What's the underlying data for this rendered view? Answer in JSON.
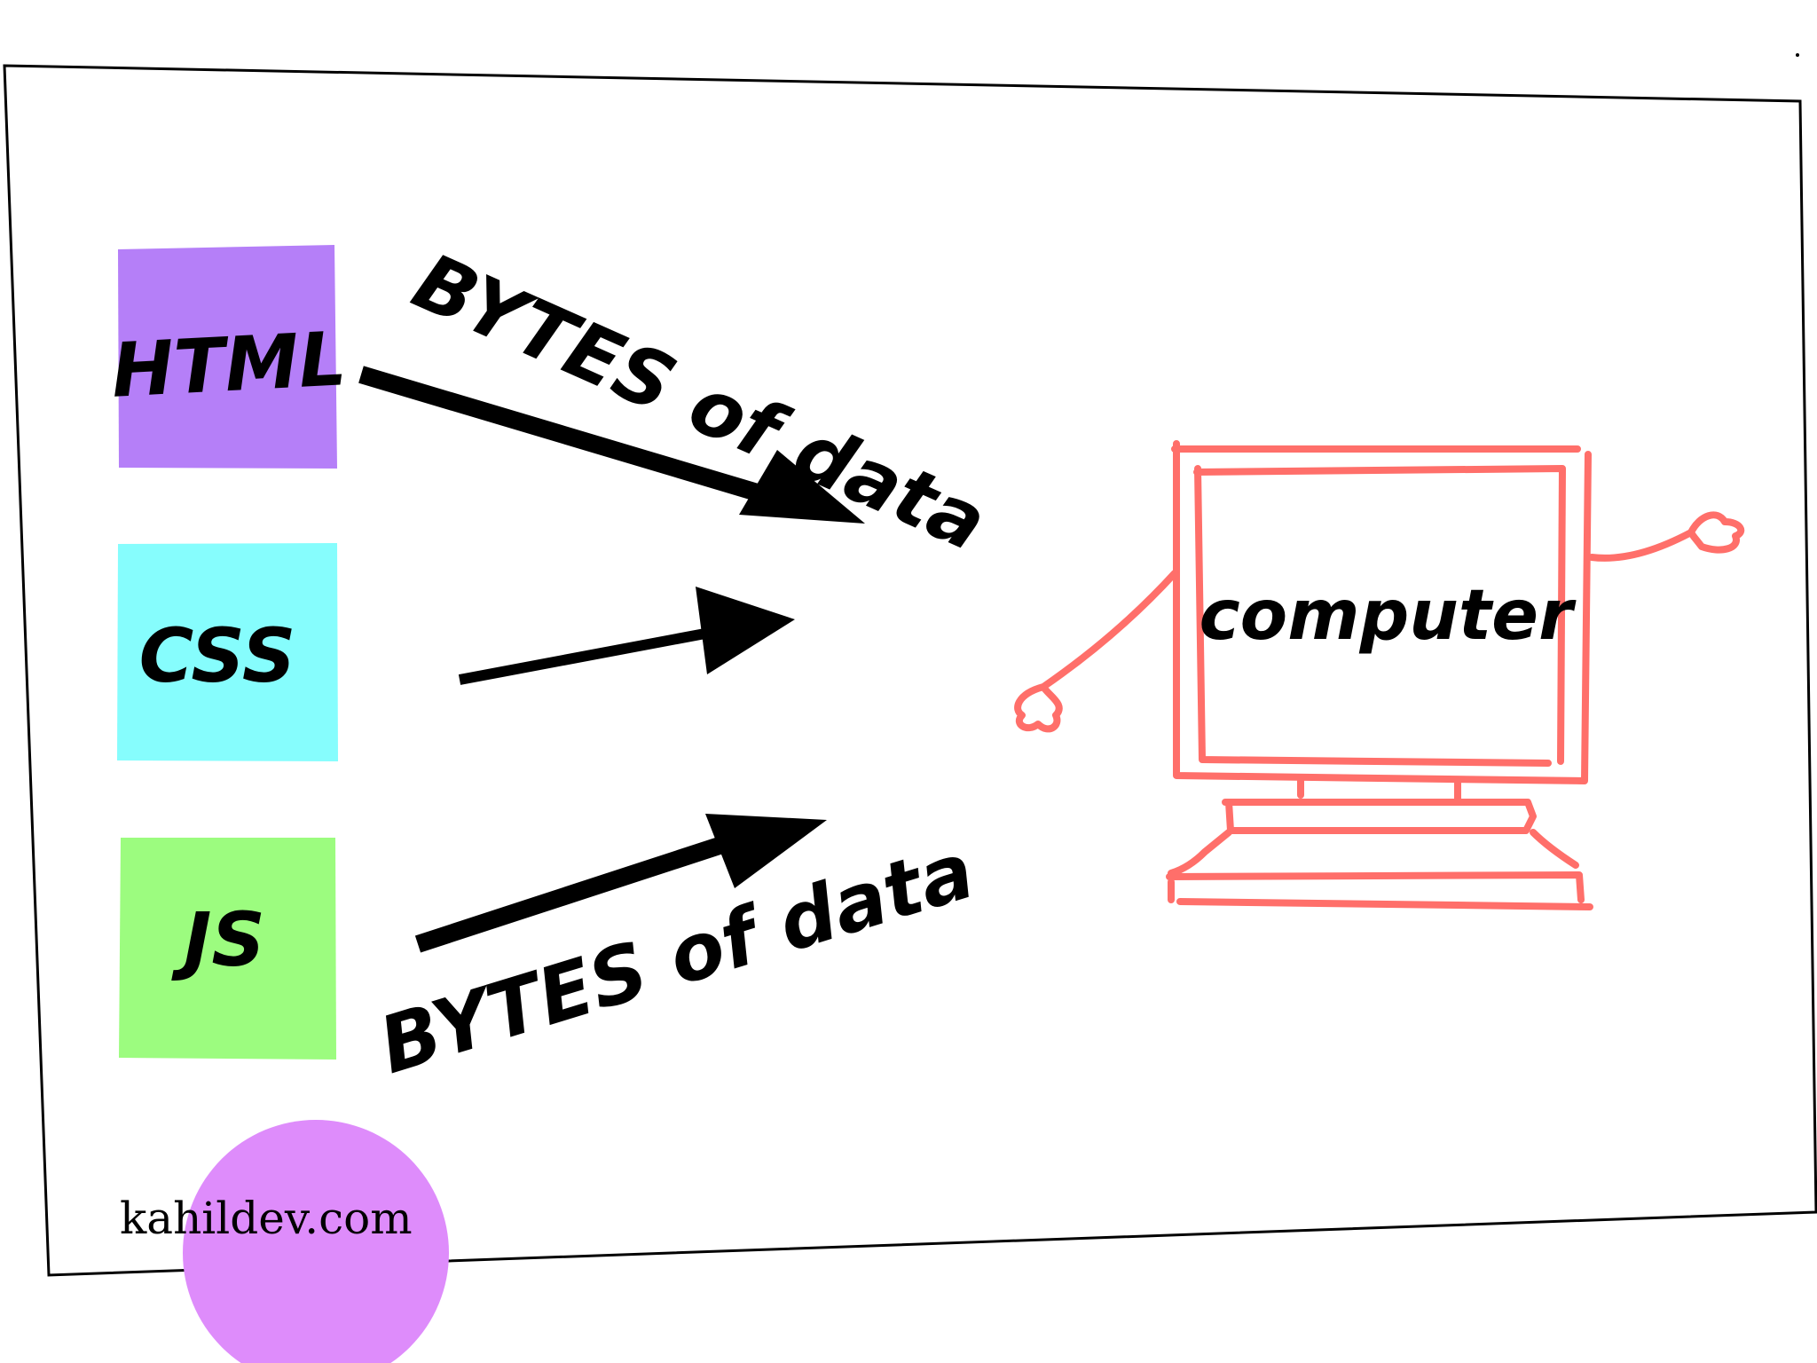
{
  "diagram": {
    "sources": [
      {
        "label": "HTML",
        "color": "#b57ff8"
      },
      {
        "label": "CSS",
        "color": "#86fdfd"
      },
      {
        "label": "JS",
        "color": "#9cfc7f"
      }
    ],
    "top_arrow_label": "BYTES of data",
    "bottom_arrow_label": "BYTES of data",
    "target": {
      "label": "computer",
      "color": "#ff6f6a"
    },
    "arrow_color": "#000000",
    "frame_color": "#000000"
  },
  "footer": {
    "site": "kahildev.com",
    "badge_color": "#de8cfb"
  }
}
